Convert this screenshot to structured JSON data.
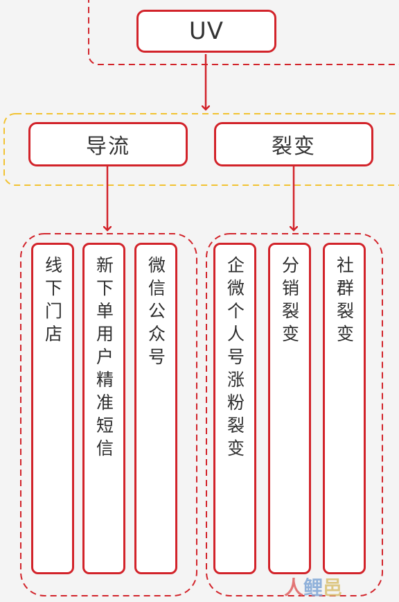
{
  "colors": {
    "red": "#d2232a",
    "yellow": "#f2c230",
    "text": "#333333",
    "background": "#f4f4f4"
  },
  "nodes": {
    "uv": "UV",
    "traffic": "导流",
    "fission": "裂变"
  },
  "traffic_channels": [
    {
      "label": "线下门店"
    },
    {
      "label": "新下单用户精准短信"
    },
    {
      "label": "微信公众号"
    }
  ],
  "fission_channels": [
    {
      "label": "企微个人号涨粉裂变"
    },
    {
      "label": "分销裂变"
    },
    {
      "label": "社群裂变"
    }
  ],
  "watermark": {
    "part1": "人",
    "part2": "鲤",
    "part3": "邑"
  }
}
